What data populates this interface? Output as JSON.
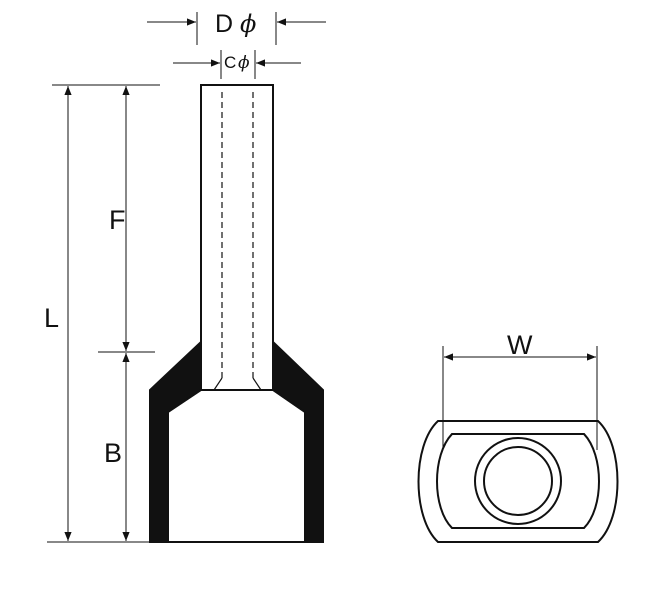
{
  "labels": {
    "outer_diameter": "D",
    "inner_diameter": "C",
    "diameter_symbol": "ϕ",
    "total_length": "L",
    "tube_length": "F",
    "collar_length": "B",
    "width": "W"
  },
  "colors": {
    "line": "#111111",
    "collar_fill": "#111111",
    "background": "#ffffff"
  }
}
